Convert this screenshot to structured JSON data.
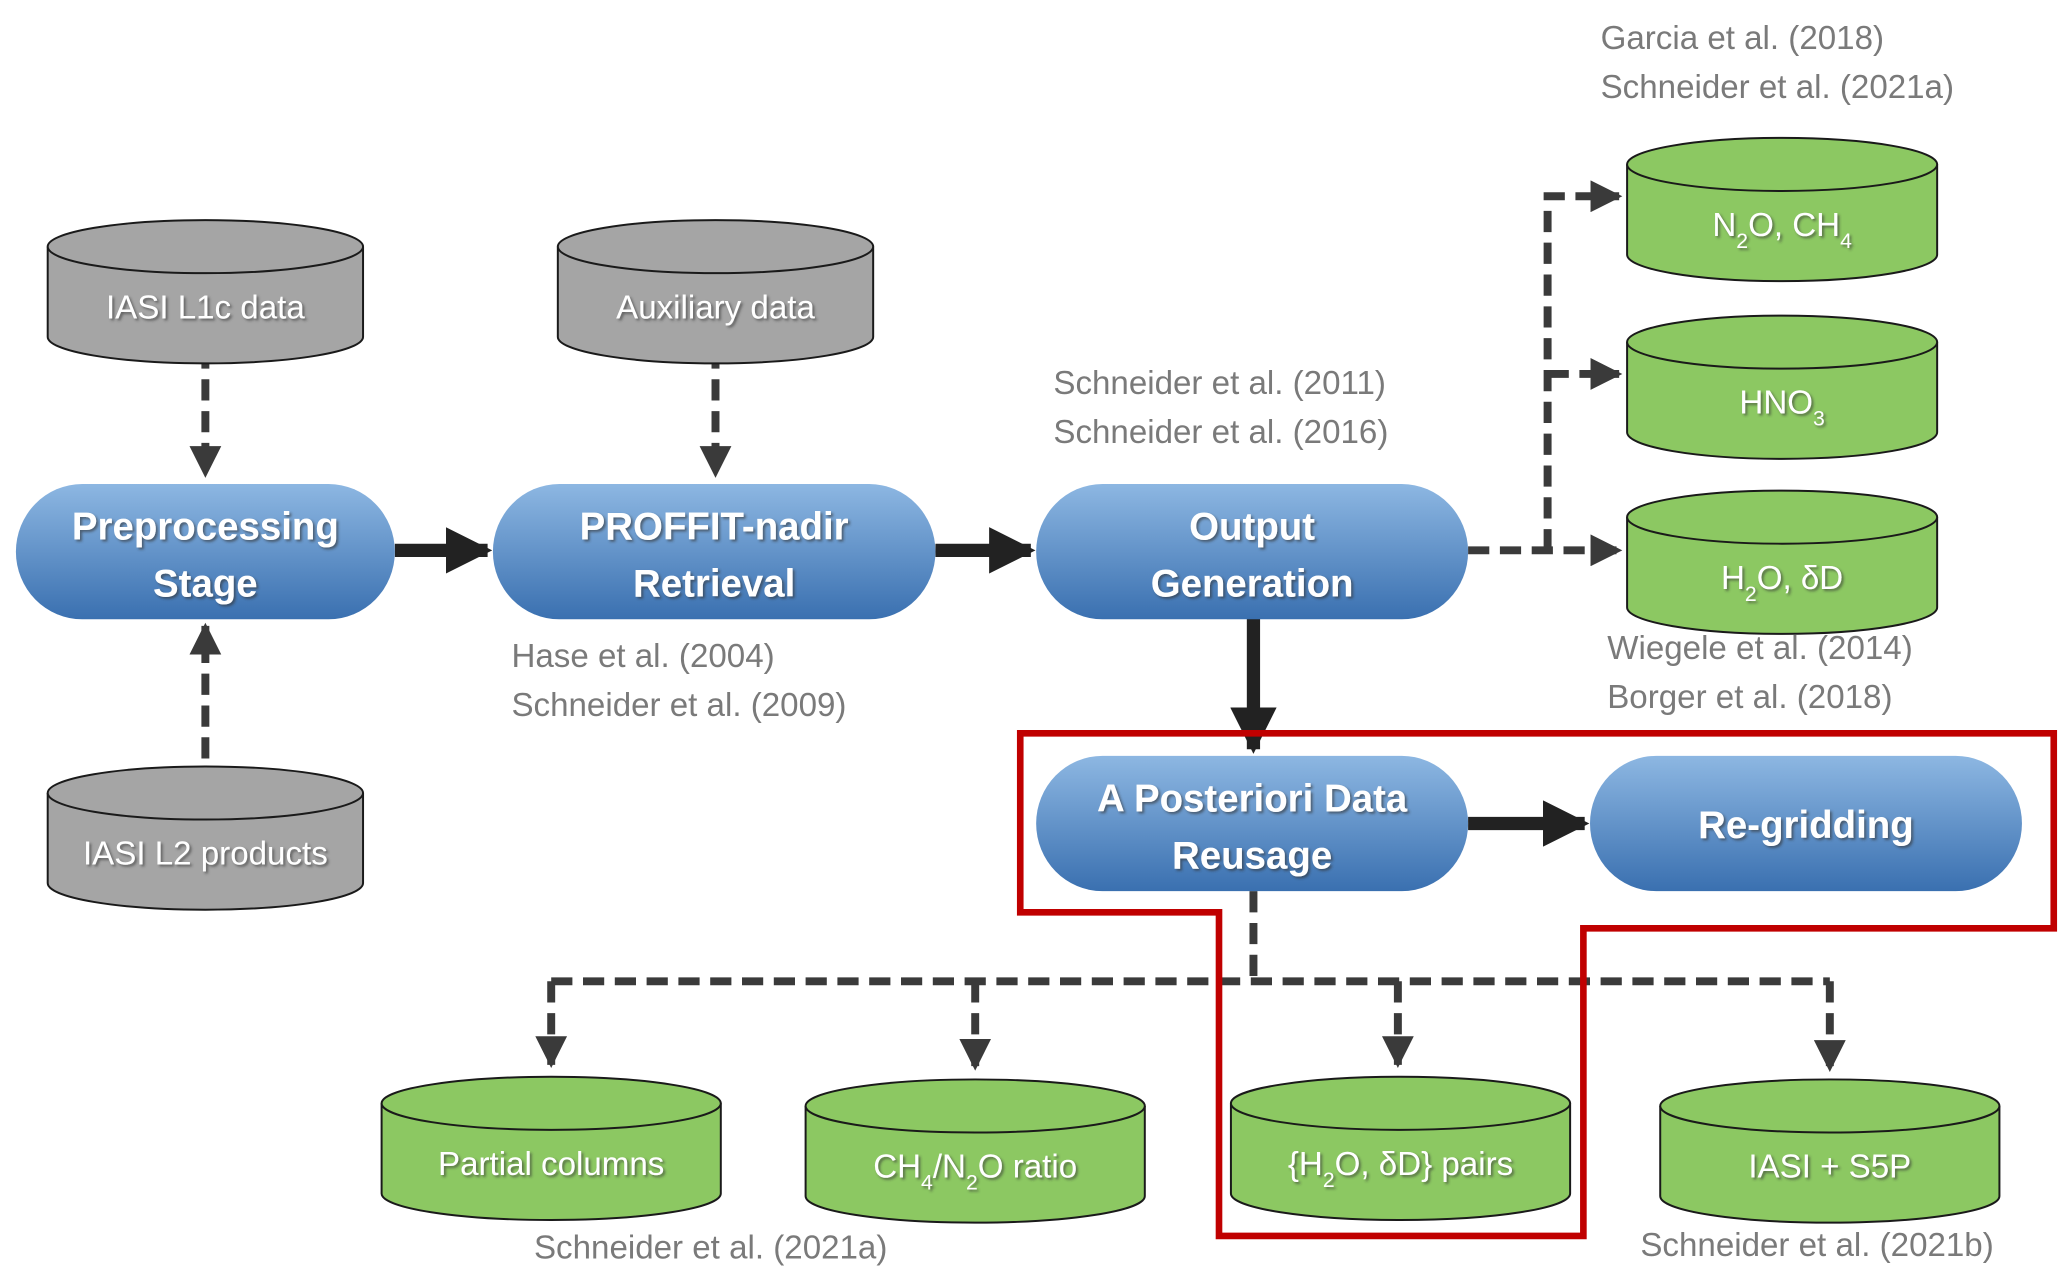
{
  "diagram": {
    "colors": {
      "process_top": "#8DB7E2",
      "process_bottom": "#3A70B0",
      "input_cylinder": "#A5A5A5",
      "output_cylinder": "#8CC862",
      "highlight_frame": "#C00000",
      "reference_text": "#7A7A7A",
      "arrow": "#222222"
    },
    "inputs": [
      {
        "id": "l1c",
        "label": "IASI L1c data"
      },
      {
        "id": "aux",
        "label": "Auxiliary data"
      },
      {
        "id": "l2",
        "label": "IASI L2 products"
      }
    ],
    "processes": [
      {
        "id": "pre",
        "line1": "Preprocessing",
        "line2": "Stage"
      },
      {
        "id": "proffit",
        "line1": "PROFFIT-nadir",
        "line2": "Retrieval"
      },
      {
        "id": "output",
        "line1": "Output",
        "line2": "Generation"
      },
      {
        "id": "reuse",
        "line1": "A Posteriori Data",
        "line2": "Reusage"
      },
      {
        "id": "regrid",
        "line1": "Re-gridding",
        "line2": ""
      }
    ],
    "outputs_right": [
      {
        "id": "n2o_ch4",
        "parts": [
          "N",
          "2",
          "O, CH",
          "4",
          ""
        ]
      },
      {
        "id": "hno3",
        "parts": [
          "HNO",
          "3",
          "",
          "",
          ""
        ]
      },
      {
        "id": "h2o_dd",
        "parts": [
          "H",
          "2",
          "O, δD",
          "",
          ""
        ]
      }
    ],
    "outputs_bottom": [
      {
        "id": "partial",
        "parts": [
          "Partial columns",
          "",
          "",
          "",
          ""
        ]
      },
      {
        "id": "ratio",
        "parts": [
          "CH",
          "4",
          "/N",
          "2",
          "O ratio"
        ]
      },
      {
        "id": "pairs",
        "parts": [
          "{H",
          "2",
          "O, δD} pairs",
          "",
          ""
        ]
      },
      {
        "id": "s5p",
        "parts": [
          "IASI + S5P",
          "",
          "",
          "",
          ""
        ]
      }
    ],
    "references": {
      "right_top": [
        "Garcia et al. (2018)",
        "Schneider et al. (2021a)"
      ],
      "output": [
        "Schneider et al. (2011)",
        "Schneider et al. (2016)"
      ],
      "proffit": [
        "Hase et al. (2004)",
        "Schneider et al. (2009)"
      ],
      "right_bottom": [
        "Wiegele et al. (2014)",
        "Borger et al. (2018)"
      ],
      "bottom_left": [
        "Schneider et al. (2021a)"
      ],
      "bottom_right": [
        "Schneider et al. (2021b)"
      ]
    }
  }
}
